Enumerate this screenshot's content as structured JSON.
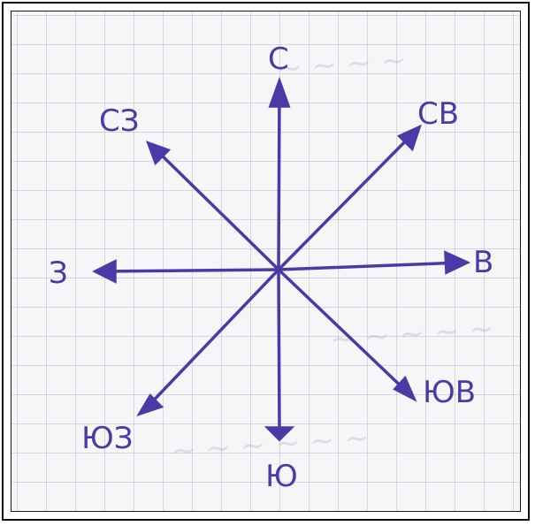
{
  "diagram": {
    "ink_color": "#4a3aa6",
    "labels": {
      "north": "С",
      "northeast": "СВ",
      "east": "В",
      "southeast": "ЮВ",
      "south": "Ю",
      "southwest": "ЮЗ",
      "west": "З",
      "northwest": "СЗ"
    }
  }
}
